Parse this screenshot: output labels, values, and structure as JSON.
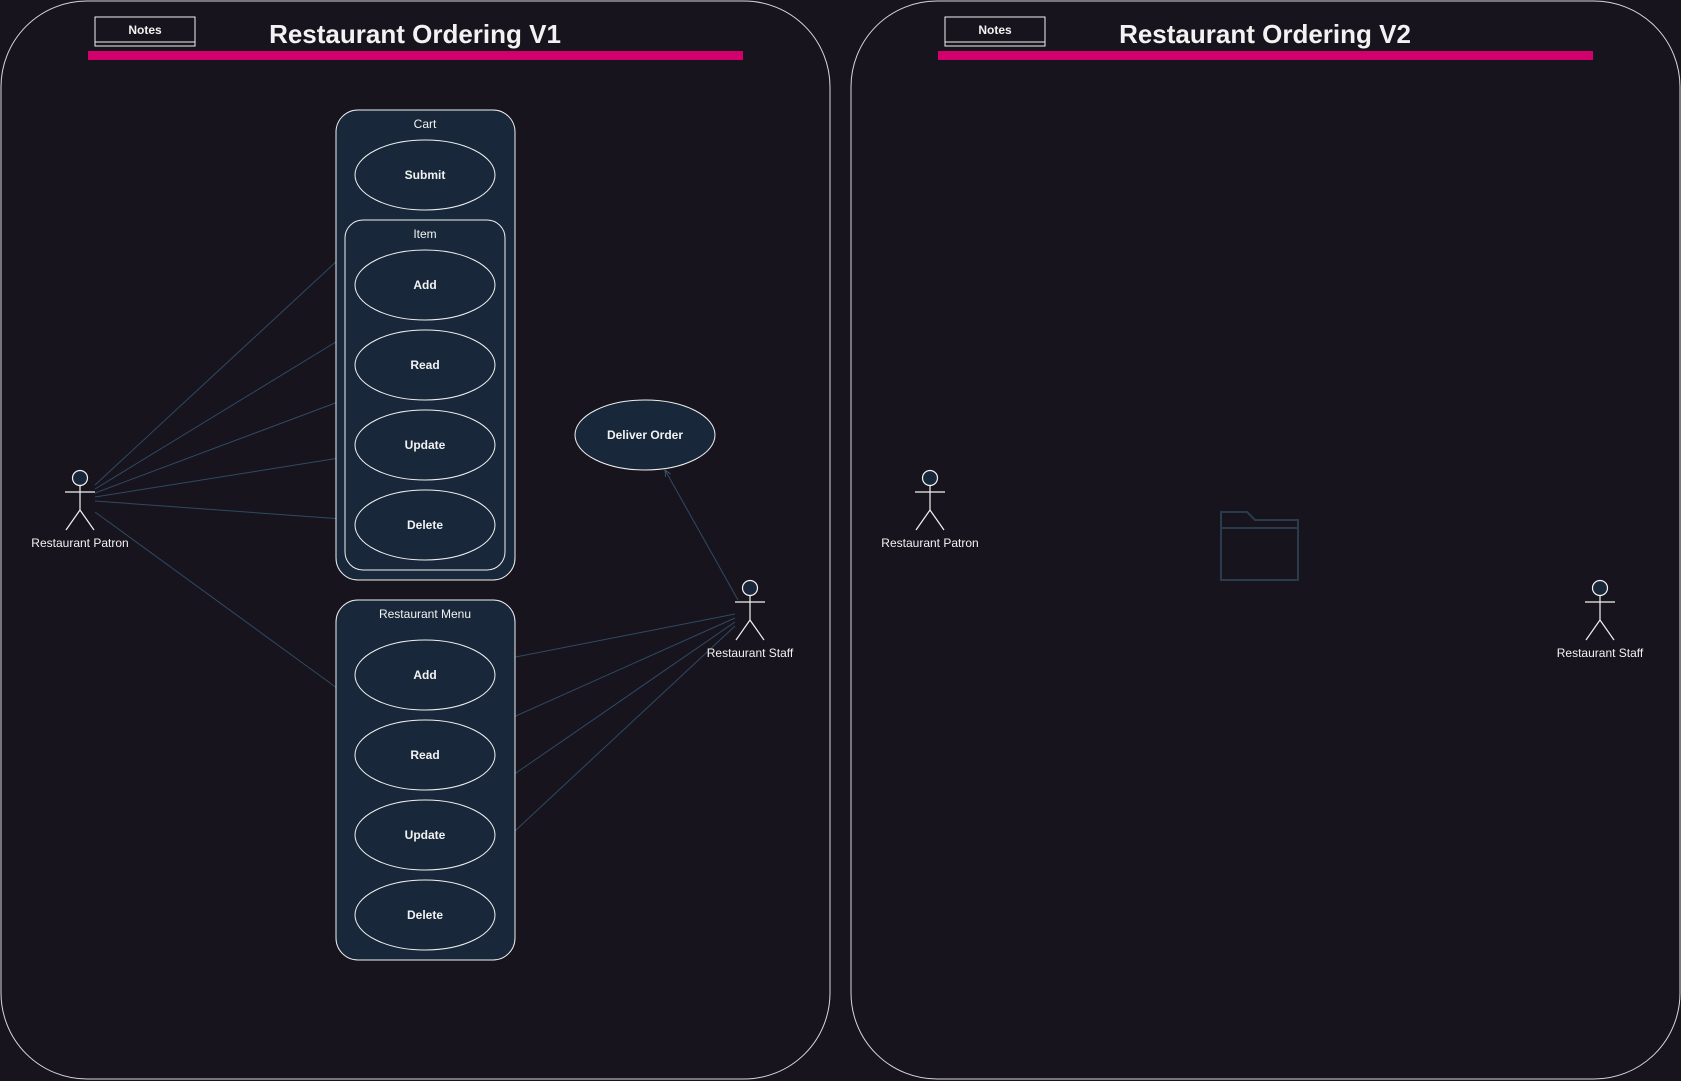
{
  "panels": [
    {
      "title": "Restaurant Ordering V1",
      "notes_label": "Notes",
      "groups": {
        "cart": {
          "label": "Cart",
          "submit": "Submit",
          "item": {
            "label": "Item",
            "use_cases": [
              "Add",
              "Read",
              "Update",
              "Delete"
            ]
          }
        },
        "menu": {
          "label": "Restaurant Menu",
          "use_cases": [
            "Add",
            "Read",
            "Update",
            "Delete"
          ]
        }
      },
      "deliver_order": "Deliver Order",
      "actors": {
        "patron": "Restaurant Patron",
        "staff": "Restaurant Staff"
      }
    },
    {
      "title": "Restaurant Ordering V2",
      "notes_label": "Notes",
      "actors": {
        "patron": "Restaurant Patron",
        "staff": "Restaurant Staff"
      },
      "placeholder_icon": "folder-icon"
    }
  ],
  "colors": {
    "background": "#18141d",
    "accent_bar": "#d1006c",
    "node_fill": "#18283a",
    "association_line": "#2e4a64"
  }
}
